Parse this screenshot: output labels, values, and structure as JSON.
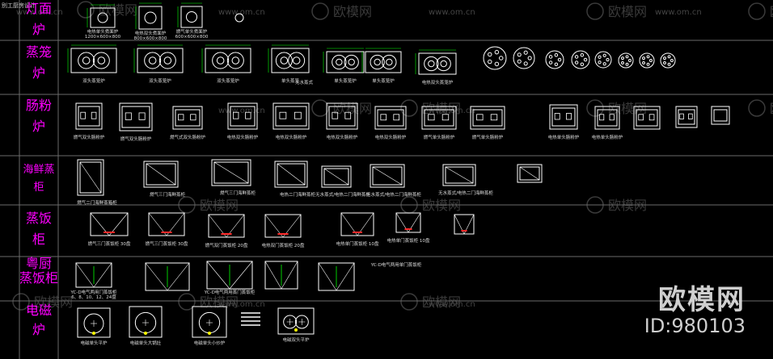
{
  "header": {
    "title": "别工厨房设计"
  },
  "categories": [
    {
      "id": "noodle",
      "label_lines": [
        "灯面",
        "炉"
      ]
    },
    {
      "id": "steamer",
      "label_lines": [
        "蒸笼",
        "炉"
      ]
    },
    {
      "id": "rice-roll",
      "label_lines": [
        "肠粉",
        "炉"
      ]
    },
    {
      "id": "seafood",
      "label_lines": [
        "海鲜蒸",
        "柜"
      ]
    },
    {
      "id": "rice",
      "label_lines": [
        "蒸饭",
        "柜"
      ]
    },
    {
      "id": "cantonese",
      "label_lines": [
        "粤厨",
        "蒸饭柜"
      ]
    },
    {
      "id": "induction",
      "label_lines": [
        "电磁",
        "炉"
      ]
    }
  ],
  "row_labels": {
    "noodle": [
      "电热单头煮面炉",
      "电热双头煮面炉",
      "燃气单头煮面炉"
    ],
    "noodle_sizes": [
      "1200×600×800",
      "800×600×800",
      "600×600×800"
    ],
    "steamer": [
      "双头蒸笼炉",
      "双头蒸笼炉",
      "双头蒸笼炉",
      "单头蒸笼",
      "单头蒸笼炉",
      "单头蒸笼炉",
      "电热双头蒸笼炉"
    ],
    "steamer_note": "无水蒸式",
    "rice_roll": [
      "燃气双头肠粉炉",
      "燃气双头肠粉炉",
      "燃气式双头肠粉炉",
      "电热双头肠粉炉",
      "电热双头肠粉炉",
      "电热双头肠粉炉",
      "电热双头肠粉炉",
      "燃气单头肠粉炉",
      "燃气单头肠粉炉",
      "电热单头肠粉炉",
      "电热单头肠粉炉"
    ],
    "seafood": [
      "燃气二门海鲜蒸箱柜",
      "燃气三门海鲜蒸柜",
      "燃气三门海鲜蒸柜",
      "电热二门海鲜蒸柜",
      "无水蒸式/电热二门海鲜蒸柜",
      "无水蒸式/电热二门海鲜蒸柜",
      "无水蒸式/电热二门海鲜蒸柜"
    ],
    "rice": [
      "燃气三门蒸饭柜 30盘",
      "燃气三门蒸饭柜 30盘",
      "燃气双门蒸饭柜 20盘",
      "电热双门蒸饭柜 20盘",
      "电热单门蒸饭柜 10盘",
      "电热单门蒸饭柜 10盘"
    ],
    "cantonese": [
      "YC-D电气两用门蒸饭柜",
      "YC-D电气两用蒸门蒸饭柜",
      "YC-D电气两用单门蒸饭柜"
    ],
    "cantonese_sizes": "6、8、10、12、24盘",
    "induction": [
      "电磁单头平炉",
      "电磁单头大锅灶",
      "电磁单头小炒炉",
      "电磁双头平炉"
    ]
  },
  "watermarks": {
    "site": "www.om.cn",
    "brand": "欧模网",
    "big": "欧模网",
    "id": "ID:980103"
  },
  "colors": {
    "bg": "#000000",
    "label": "#ff00ff",
    "line": "#ffffff",
    "frame": "#6a6a6a",
    "accent": "#00ff00",
    "red": "#ff2a2a",
    "yellow": "#ffff00",
    "cyan": "#00ffff"
  }
}
